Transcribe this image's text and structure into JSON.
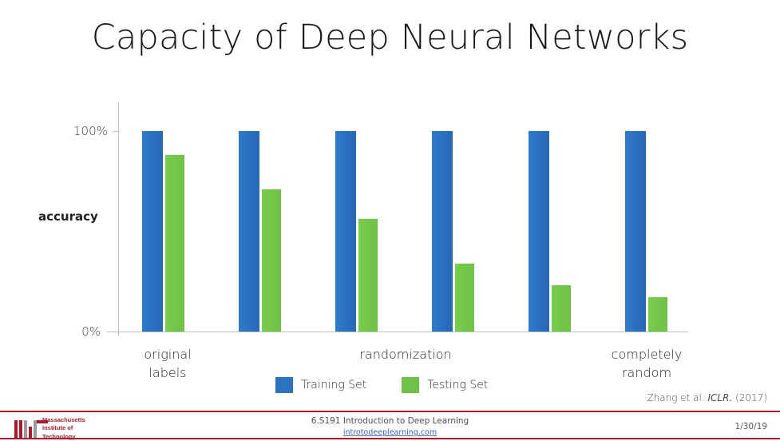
{
  "slide": {
    "title": "Capacity of Deep Neural Networks",
    "citation_author": "Zhang et al.",
    "citation_source": "ICLR.",
    "citation_year": "(2017)"
  },
  "chart_data": {
    "type": "bar",
    "title": "Capacity of Deep Neural Networks",
    "xlabel": "",
    "ylabel": "accuracy",
    "ylim": [
      0,
      100
    ],
    "ytick_labels": [
      "0%",
      "100%"
    ],
    "grid": false,
    "legend_position": "bottom",
    "categories": [
      "1",
      "2",
      "3",
      "4",
      "5",
      "6"
    ],
    "category_axis_labels": [
      {
        "text_line1": "original",
        "text_line2": "labels"
      },
      {
        "text_line1": "randomization",
        "text_line2": ""
      },
      {
        "text_line1": "completely",
        "text_line2": "random"
      }
    ],
    "series": [
      {
        "name": "Training Set",
        "color": "#2b72c0",
        "values": [
          100,
          100,
          100,
          100,
          100,
          100
        ]
      },
      {
        "name": "Testing Set",
        "color": "#6fc246",
        "values": [
          88,
          71,
          56,
          34,
          23,
          17
        ]
      }
    ]
  },
  "footer": {
    "logo_line1": "Massachusetts",
    "logo_line2": "Institute of",
    "logo_line3": "Technology",
    "course": "6.S191 Introduction to Deep Learning",
    "site": "introtodeeplearning.com",
    "date": "1/30/19"
  },
  "colors": {
    "accent_red": "#a51c30",
    "training_blue": "#2b72c0",
    "testing_green": "#6fc246",
    "axis_gray": "#bfbfbf"
  }
}
